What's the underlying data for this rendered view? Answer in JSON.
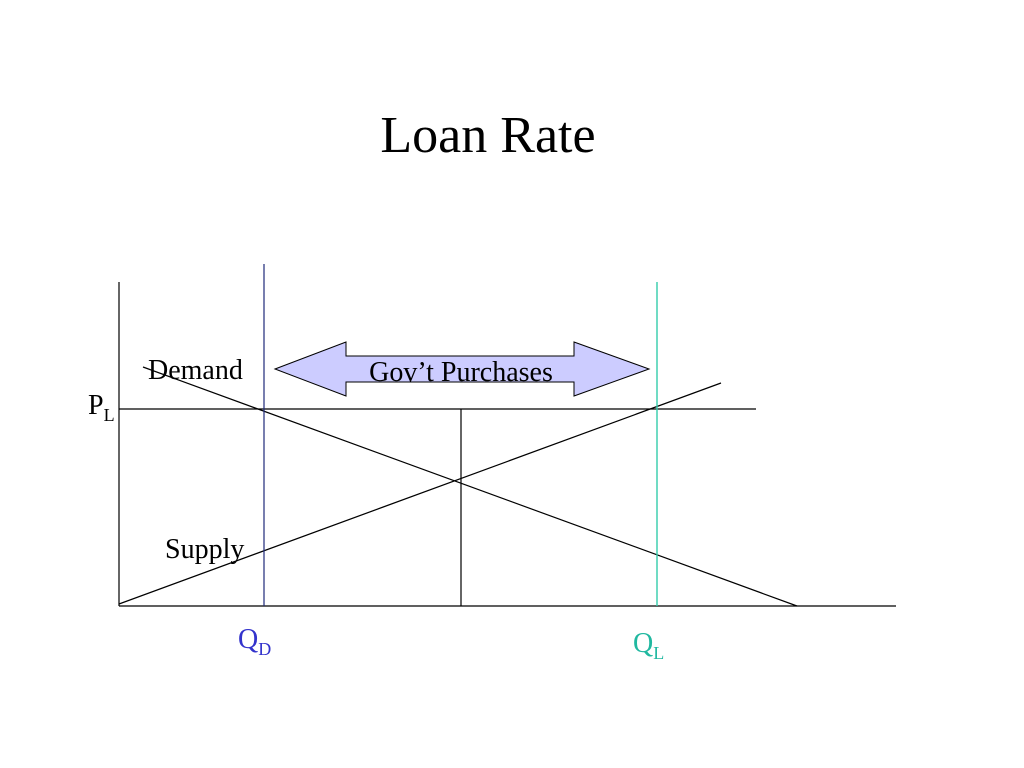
{
  "title": "Loan Rate",
  "labels": {
    "demand": "Demand",
    "supply": "Supply",
    "gov_purchases": "Gov’t Purchases",
    "price_level": "P",
    "price_level_sub": "L",
    "qty_demanded": "Q",
    "qty_demanded_sub": "D",
    "qty_loan": "Q",
    "qty_loan_sub": "L"
  },
  "colors": {
    "axis": "#000000",
    "qd_line": "#1f2a7a",
    "qd_label": "#3333cc",
    "ql_line": "#33ccaa",
    "ql_label": "#20b8a0",
    "arrow_fill": "#ccccff",
    "arrow_stroke": "#000000"
  }
}
